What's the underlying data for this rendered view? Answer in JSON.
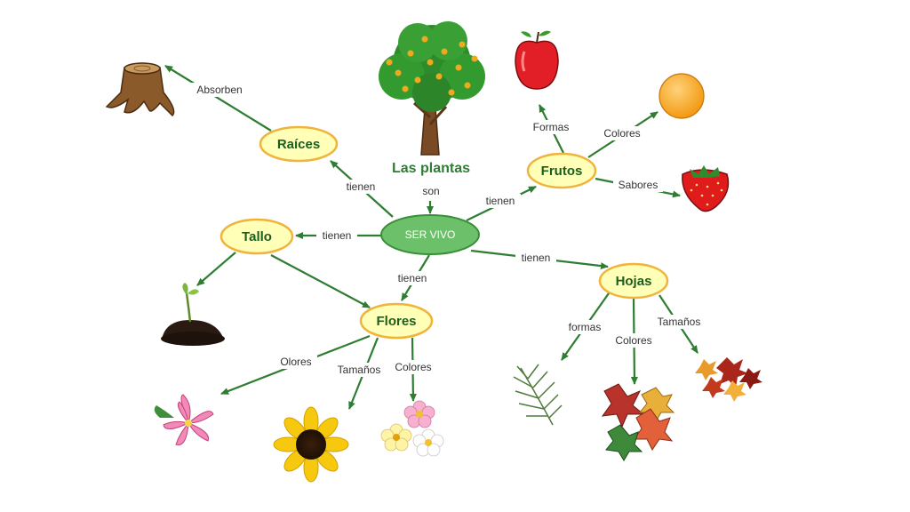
{
  "diagram": {
    "title": "Las plantas",
    "center": "SER VIVO",
    "nodes": {
      "raices": "Raíces",
      "tallo": "Tallo",
      "flores": "Flores",
      "frutos": "Frutos",
      "hojas": "Hojas"
    },
    "links": {
      "son": "son",
      "tienen_raices": "tienen",
      "tienen_tallo": "tienen",
      "tienen_flores": "tienen",
      "tienen_frutos": "tienen",
      "tienen_hojas": "tienen",
      "absorben": "Absorben",
      "formas_frutos": "Formas",
      "colores_frutos": "Colores",
      "sabores": "Sabores",
      "olores": "Olores",
      "tamanos_flores": "Tamaños",
      "colores_flores": "Colores",
      "formas_hojas": "formas",
      "colores_hojas": "Colores",
      "tamanos_hojas": "Tamaños"
    },
    "colors": {
      "node_fill": "#ffffb8",
      "node_stroke": "#f0b43c",
      "center_fill": "#6cc06a",
      "center_stroke": "#3a8f38",
      "arrow": "#2e7d32"
    },
    "images": {
      "tree": "tree-icon",
      "stump": "tree-stump-icon",
      "sprout": "sprout-icon",
      "apple": "apple-icon",
      "orange": "orange-icon",
      "strawberry": "strawberry-icon",
      "lily": "lily-flower-icon",
      "sunflower": "sunflower-icon",
      "daisies": "daisies-icon",
      "palm_leaf": "palm-leaf-icon",
      "leaves": "leaves-icon",
      "autumn_leaves": "autumn-leaves-icon"
    }
  }
}
